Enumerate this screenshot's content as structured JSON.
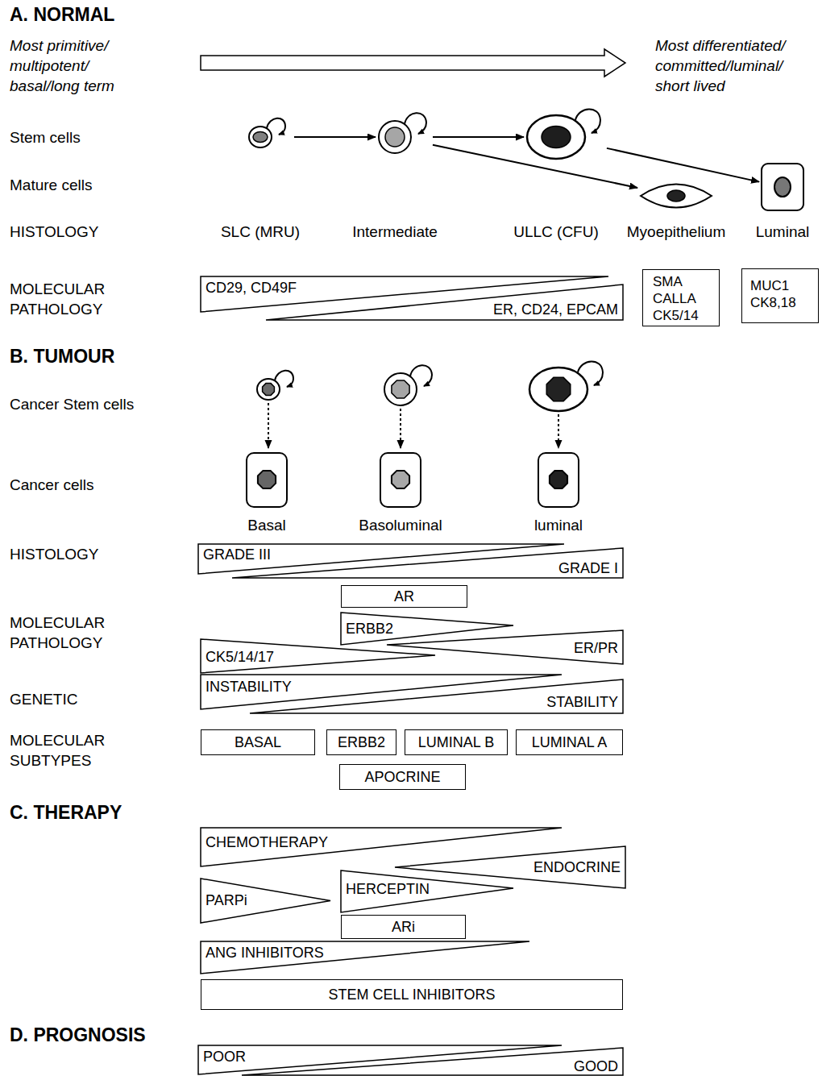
{
  "diagram": {
    "nodes": [
      {
        "text": [
          "SLC (MRU)"
        ]
      },
      {
        "text": [
          "Intermediate"
        ]
      },
      {
        "text": [
          "ULLC (CFU)"
        ]
      },
      {
        "text": [
          "Myoepithelium"
        ]
      },
      {
        "text": [
          "Luminal"
        ]
      },
      {
        "text": [
          "CD29, CD49F"
        ]
      },
      {
        "text": [
          "ER, CD24, EPCAM"
        ]
      },
      {
        "text": [
          "SMA CALLA CK5/14"
        ]
      },
      {
        "text": [
          "MUC1 CK8,18"
        ]
      },
      {
        "text": [
          "Basal"
        ]
      },
      {
        "text": [
          "Basoluminal"
        ]
      },
      {
        "text": [
          "luminal"
        ]
      },
      {
        "text": [
          "GRADE III"
        ]
      },
      {
        "text": [
          "GRADE I"
        ]
      },
      {
        "text": [
          "AR"
        ]
      },
      {
        "text": [
          "ERBB2"
        ]
      },
      {
        "text": [
          "ER/PR"
        ]
      },
      {
        "text": [
          "CK5/14/17"
        ]
      },
      {
        "text": [
          "INSTABILITY"
        ]
      },
      {
        "text": [
          "STABILITY"
        ]
      },
      {
        "text": [
          "BASAL"
        ]
      },
      {
        "text": [
          "ERBB2"
        ]
      },
      {
        "text": [
          "LUMINAL B"
        ]
      },
      {
        "text": [
          "LUMINAL A"
        ]
      },
      {
        "text": [
          "APOCRINE"
        ]
      },
      {
        "text": [
          "CHEMOTHERAPY"
        ]
      },
      {
        "text": [
          "ENDOCRINE"
        ]
      },
      {
        "text": [
          "PARPi"
        ]
      },
      {
        "text": [
          "HERCEPTIN"
        ]
      },
      {
        "text": [
          "ARi"
        ]
      },
      {
        "text": [
          "ANG INHIBITORS"
        ]
      },
      {
        "text": [
          "STEM CELL INHIBITORS"
        ]
      },
      {
        "text": [
          "POOR"
        ]
      },
      {
        "text": [
          "GOOD"
        ]
      }
    ],
    "edges": [
      {
        "from": 0,
        "to": 1,
        "arrow": "to"
      },
      {
        "from": 1,
        "to": 2,
        "arrow": "to"
      },
      {
        "from": 2,
        "to": 4,
        "arrow": "to"
      },
      {
        "from": 1,
        "to": 3,
        "arrow": "to"
      }
    ],
    "labels": [
      "A. NORMAL",
      "Most primitive/ multipotent/ basal/long term",
      "Most differentiated/ committed/luminal/ short lived",
      "Stem cells",
      "Mature cells",
      "HISTOLOGY",
      "MOLECULAR PATHOLOGY",
      "B. TUMOUR",
      "Cancer Stem cells",
      "Cancer cells",
      "HISTOLOGY",
      "MOLECULAR PATHOLOGY",
      "GENETIC",
      "MOLECULAR SUBTYPES",
      "C. THERAPY",
      "D. PROGNOSIS"
    ]
  }
}
